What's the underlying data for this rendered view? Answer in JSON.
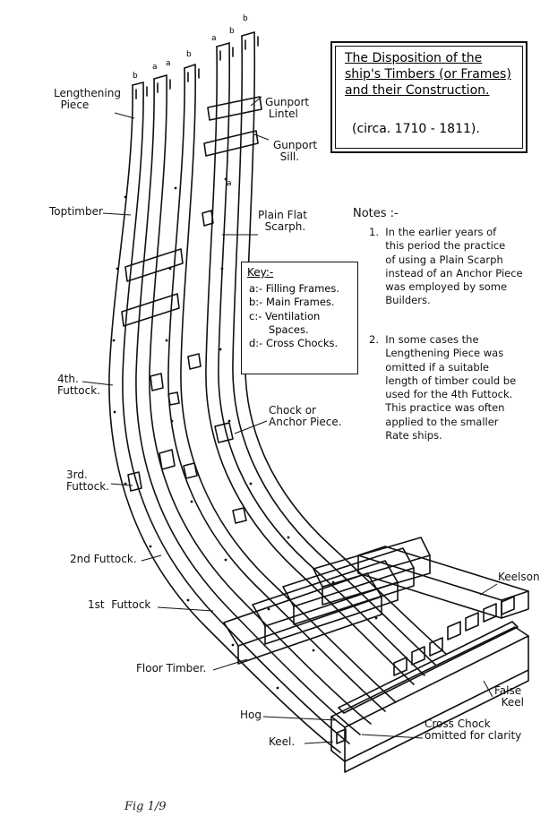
{
  "title": {
    "lines": [
      "The Disposition of the",
      "ship's Timbers (or Frames)",
      "and their Construction."
    ],
    "date": "(circa. 1710 - 1811)."
  },
  "labels": {
    "lengthening_piece": "Lengthening\n  Piece",
    "gunport_lintel": "Gunport\n Lintel",
    "gunport_sill": "Gunport\n  Sill.",
    "toptimber": "Toptimber",
    "plain_flat_scarph": "Plain Flat\n  Scarph.",
    "fourth_futtock": "4th.\nFuttock.",
    "chock_anchor": "Chock or\nAnchor Piece.",
    "third_futtock": "3rd.\nFuttock.",
    "second_futtock": "2nd Futtock.",
    "first_futtock": "1st  Futtock",
    "floor_timber": "Floor Timber.",
    "keelson": "Keelson",
    "false_keel": "False\n  Keel",
    "hog": "Hog",
    "keel": "Keel.",
    "cross_chock": "Cross Chock\nomitted for clarity"
  },
  "key": {
    "title": "Key:-",
    "items": [
      "a:- Filling Frames.",
      "b:- Main Frames.",
      "c:- Ventilation\n      Spaces.",
      "d:- Cross Chocks."
    ]
  },
  "notes": {
    "heading": "Notes :-",
    "note1": "1.  In the earlier years of\n     this period the practice\n     of using a Plain Scarph\n     instead of an Anchor Piece\n     was employed by some\n     Builders.",
    "note2": "2.  In some cases the\n     Lengthening Piece was\n     omitted if a suitable\n     length of timber could be\n     used for the 4th Futtock.\n     This practice was often\n     applied to the smaller\n     Rate ships."
  },
  "frame_letters": [
    "b",
    "a",
    "a",
    "b",
    "a",
    "b",
    "a",
    "b"
  ],
  "caption": "Fig 1/9"
}
